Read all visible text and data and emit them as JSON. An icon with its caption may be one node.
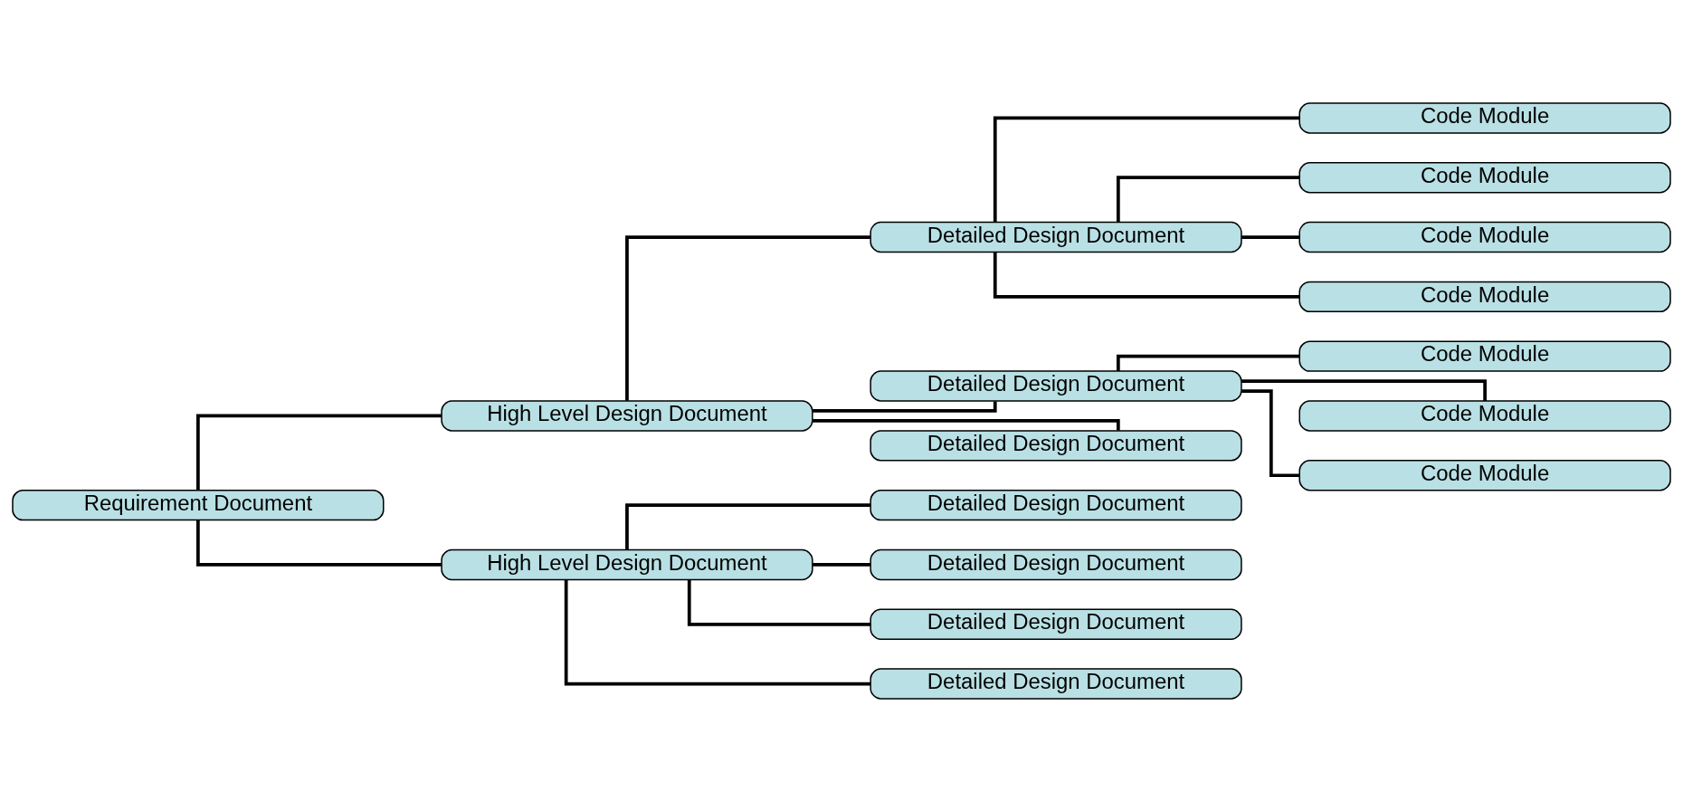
{
  "diagram": {
    "nodes": [
      {
        "text": [
          "Requirement Document"
        ]
      },
      {
        "text": [
          "High Level Design Document"
        ]
      },
      {
        "text": [
          "Detailed Design Document"
        ]
      },
      {
        "text": [
          "Code Module"
        ]
      },
      {
        "text": [
          "Code Module"
        ]
      },
      {
        "text": [
          "Code Module"
        ]
      },
      {
        "text": [
          "Code Module"
        ]
      },
      {
        "text": [
          "Detailed Design Document"
        ]
      },
      {
        "text": [
          "Code Module"
        ]
      },
      {
        "text": [
          "Code Module"
        ]
      },
      {
        "text": [
          "Code Module"
        ]
      },
      {
        "text": [
          "Detailed Design Document"
        ]
      },
      {
        "text": [
          "High Level Design Document"
        ]
      },
      {
        "text": [
          "Detailed Design Document"
        ]
      },
      {
        "text": [
          "Detailed Design Document"
        ]
      },
      {
        "text": [
          "Detailed Design Document"
        ]
      },
      {
        "text": [
          "Detailed Design Document"
        ]
      }
    ],
    "edges": [
      {
        "from": 0,
        "to": 1,
        "arrow": "none"
      },
      {
        "from": 1,
        "to": 2,
        "arrow": "none"
      },
      {
        "from": 2,
        "to": 3,
        "arrow": "none"
      },
      {
        "from": 2,
        "to": 4,
        "arrow": "none"
      },
      {
        "from": 2,
        "to": 5,
        "arrow": "none"
      },
      {
        "from": 2,
        "to": 6,
        "arrow": "none"
      },
      {
        "from": 1,
        "to": 7,
        "arrow": "none"
      },
      {
        "from": 7,
        "to": 8,
        "arrow": "none"
      },
      {
        "from": 7,
        "to": 9,
        "arrow": "none"
      },
      {
        "from": 7,
        "to": 10,
        "arrow": "none"
      },
      {
        "from": 1,
        "to": 11,
        "arrow": "none"
      },
      {
        "from": 0,
        "to": 12,
        "arrow": "none"
      },
      {
        "from": 12,
        "to": 13,
        "arrow": "none"
      },
      {
        "from": 12,
        "to": 14,
        "arrow": "none"
      },
      {
        "from": 12,
        "to": 15,
        "arrow": "none"
      },
      {
        "from": 12,
        "to": 16,
        "arrow": "none"
      }
    ]
  }
}
